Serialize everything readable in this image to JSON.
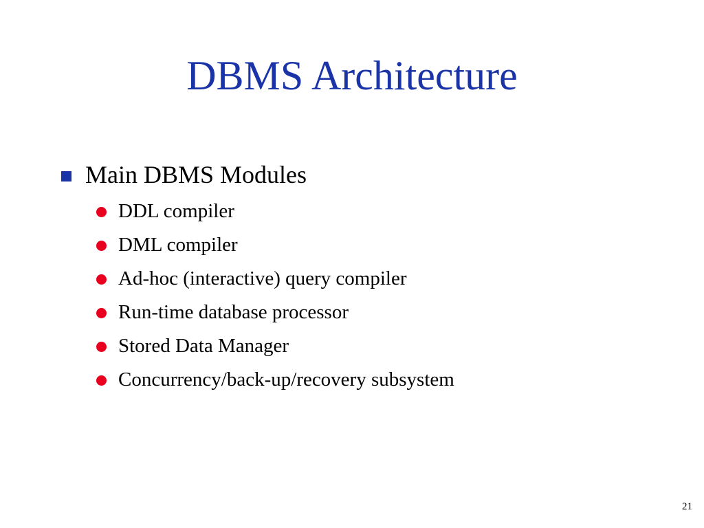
{
  "slide": {
    "title": "DBMS Architecture",
    "main_bullet": "Main DBMS Modules",
    "sub_bullets": [
      "DDL compiler",
      "DML compiler",
      "Ad-hoc (interactive) query compiler",
      "Run-time database processor",
      "Stored Data Manager",
      "Concurrency/back-up/recovery subsystem"
    ],
    "page_number": "21"
  },
  "icons": {
    "level1_bullet": "square-bullet-icon",
    "level2_bullet": "dot-bullet-icon"
  },
  "colors": {
    "title": "#1a34a8",
    "square_bullet": "#1a34a8",
    "dot_bullet": "#e8001e",
    "text": "#000000",
    "background": "#ffffff"
  }
}
